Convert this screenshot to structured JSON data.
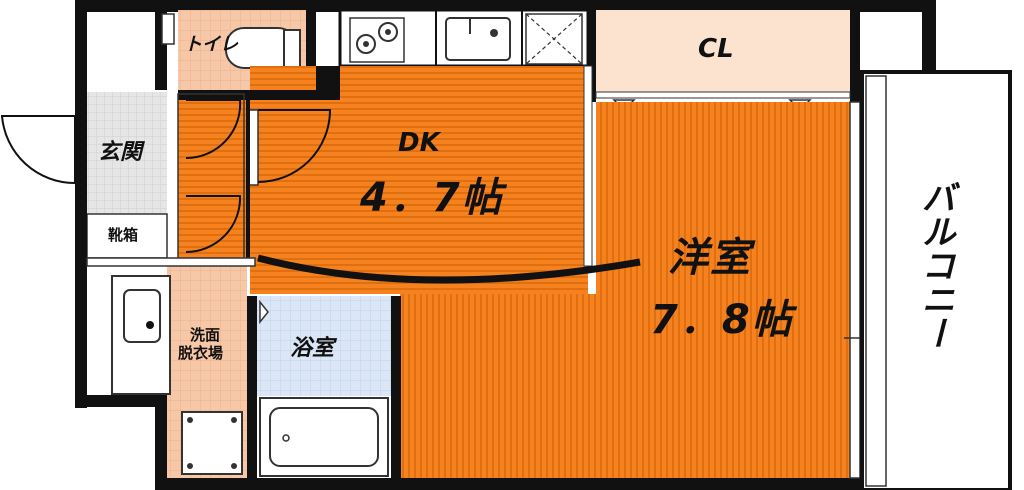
{
  "rooms": {
    "dk": {
      "name": "DK",
      "size": "4．7帖"
    },
    "western": {
      "name": "洋室",
      "size": "7．8帖"
    },
    "closet": {
      "name": "CL"
    },
    "balcony": {
      "name": "バルコニー"
    },
    "toilet": {
      "name": "トイレ"
    },
    "entrance": {
      "name": "玄関"
    },
    "shoe_box": {
      "name": "靴箱"
    },
    "washroom": {
      "name_line1": "洗面",
      "name_line2": "脱衣場"
    },
    "bathroom": {
      "name": "浴室"
    }
  },
  "colors": {
    "floor_orange": "#f5821e",
    "floor_stripe": "#e0700f",
    "tile_pink": "#f7c8a8",
    "bath_blue": "#dbe6f6",
    "closet_beige": "#fbe3cf",
    "wall": "#111111",
    "entrance_gray": "#e6e6e6"
  }
}
